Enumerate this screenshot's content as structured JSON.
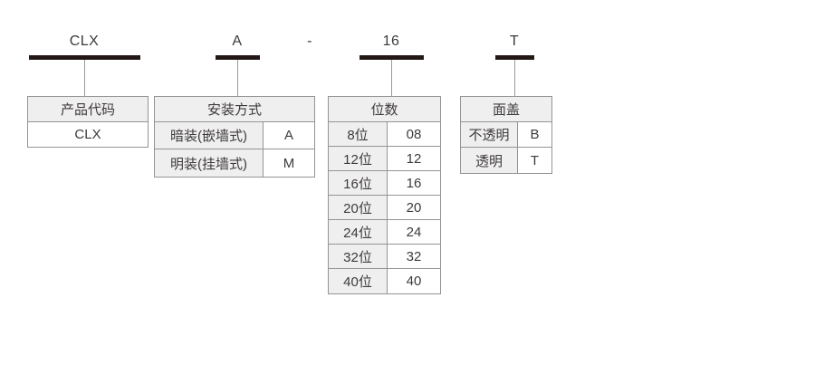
{
  "code": {
    "product": "CLX",
    "mounting": "A",
    "separator": "-",
    "ways": "16",
    "cover": "T"
  },
  "tables": [
    {
      "header": "产品代码",
      "rows": [
        {
          "name": "CLX",
          "value": ""
        }
      ]
    },
    {
      "header": "安装方式",
      "rows": [
        {
          "name": "暗装(嵌墙式)",
          "value": "A"
        },
        {
          "name": "明装(挂墙式)",
          "value": "M"
        }
      ]
    },
    {
      "header": "位数",
      "rows": [
        {
          "name": "8位",
          "value": "08"
        },
        {
          "name": "12位",
          "value": "12"
        },
        {
          "name": "16位",
          "value": "16"
        },
        {
          "name": "20位",
          "value": "20"
        },
        {
          "name": "24位",
          "value": "24"
        },
        {
          "name": "32位",
          "value": "32"
        },
        {
          "name": "40位",
          "value": "40"
        }
      ]
    },
    {
      "header": "面盖",
      "rows": [
        {
          "name": "不透明",
          "value": "B"
        },
        {
          "name": "透明",
          "value": "T"
        }
      ]
    }
  ],
  "colors": {
    "bar": "#231815",
    "border": "#949494",
    "cell_bg": "#efeff0",
    "text": "#3e3a39",
    "background": "#ffffff"
  }
}
